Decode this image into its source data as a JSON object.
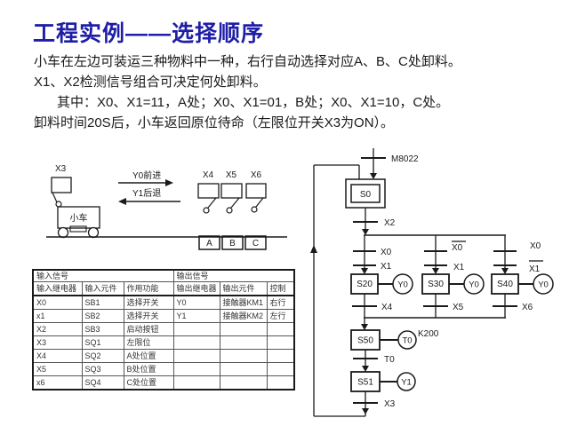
{
  "title": "工程实例——选择顺序",
  "paragraph": {
    "line1": "小车在左边可装运三种物料中一种，右行自动选择对应A、B、C处卸料。",
    "line2": "X1、X2检测信号组合可决定何处卸料。",
    "line3": "其中：X0、X1=11，A处；X0、X1=01，B处；X0、X1=10，C处。",
    "line4": "卸料时间20S后，小车返回原位待命（左限位开关X3为ON）。"
  },
  "cart_diagram": {
    "limit_switch_label": "X3",
    "cart_label": "小车",
    "forward_label": "Y0前进",
    "backward_label": "Y1后退",
    "sensors": [
      "X4",
      "X5",
      "X6"
    ],
    "positions": [
      "A",
      "B",
      "C"
    ]
  },
  "io_table": {
    "input_header": "输入信号",
    "output_header": "输出信号",
    "columns": [
      "输入继电器",
      "输入元件",
      "作用功能",
      "输出继电器",
      "输出元件",
      "控制"
    ],
    "rows": [
      [
        "X0",
        "SB1",
        "选择开关",
        "Y0",
        "接触器KM1",
        "右行"
      ],
      [
        "x1",
        "SB2",
        "选择开关",
        "Y1",
        "接触器KM2",
        "左行"
      ],
      [
        "X2",
        "SB3",
        "启动按钮",
        "",
        "",
        ""
      ],
      [
        "X3",
        "SQ1",
        "左限位",
        "",
        "",
        ""
      ],
      [
        "X4",
        "SQ2",
        "A处位置",
        "",
        "",
        ""
      ],
      [
        "X5",
        "SQ3",
        "B处位置",
        "",
        "",
        ""
      ],
      [
        "x6",
        "SQ4",
        "C处位置",
        "",
        "",
        ""
      ]
    ]
  },
  "sfc": {
    "initial_transition": "M8022",
    "initial_step": "S0",
    "start_transition": "X2",
    "branches": [
      {
        "t1": "X0",
        "t2": "X1",
        "step": "S20",
        "action": "Y0",
        "exit": "X4"
      },
      {
        "t1": "X0",
        "t2": "X1",
        "step": "S30",
        "action": "Y0",
        "exit": "X5"
      },
      {
        "t1": "X0",
        "t2": "X1",
        "step": "S40",
        "action": "Y0",
        "exit": "X6"
      }
    ],
    "timer_step": "S50",
    "timer_action": "T0",
    "timer_value": "K200",
    "timer_transition": "T0",
    "return_step": "S51",
    "return_action": "Y1",
    "home_transition": "X3"
  },
  "colors": {
    "title_blue": "#1e1ea6",
    "line_black": "#1a1a1a"
  }
}
